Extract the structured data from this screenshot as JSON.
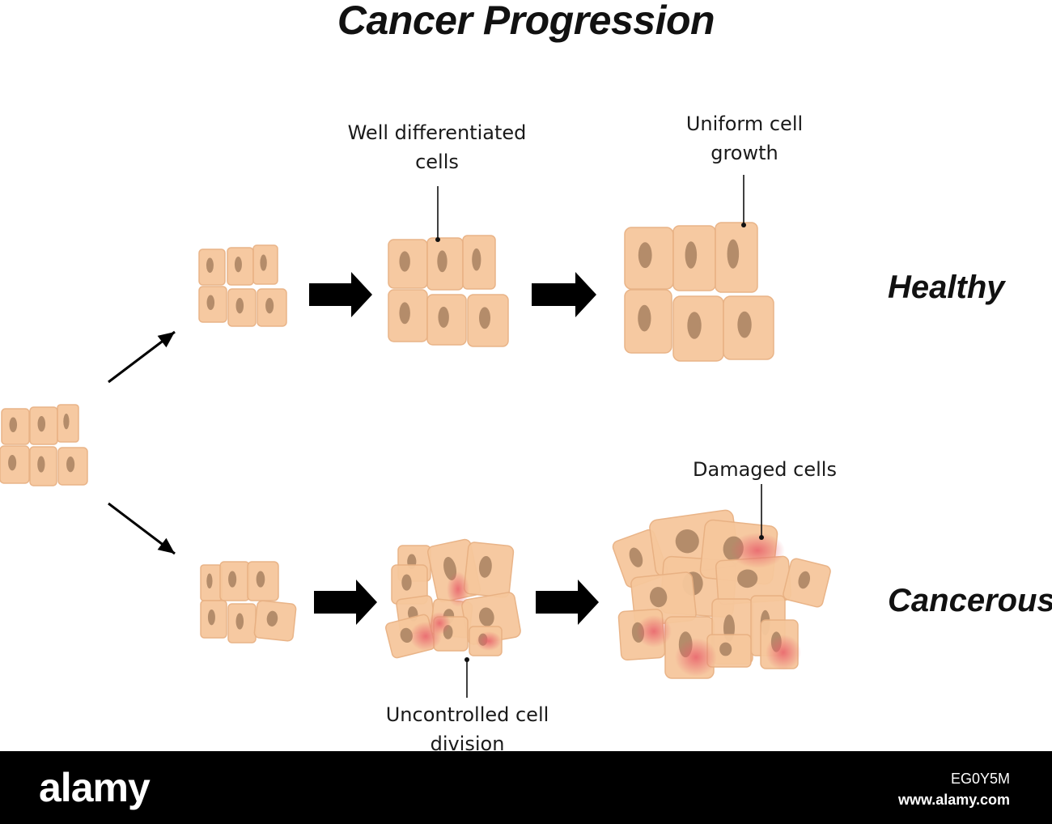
{
  "title": "Cancer Progression",
  "row_labels": {
    "healthy": "Healthy",
    "cancerous": "Cancerous"
  },
  "callouts": {
    "well_differentiated": [
      "Well differentiated",
      "cells"
    ],
    "uniform_growth": [
      "Uniform cell",
      "growth"
    ],
    "damaged": [
      "Damaged cells"
    ],
    "uncontrolled": [
      "Uncontrolled cell",
      "division"
    ]
  },
  "footer": {
    "brand": "alamy",
    "image_id": "EG0Y5M",
    "url": "www.alamy.com"
  },
  "colors": {
    "cell_fill": "#f6c79c",
    "cell_edge": "#e8b082",
    "nucleus": "#b48c6a",
    "damage": "#e8606a",
    "arrow": "#000000",
    "footer_bg": "#000000"
  }
}
